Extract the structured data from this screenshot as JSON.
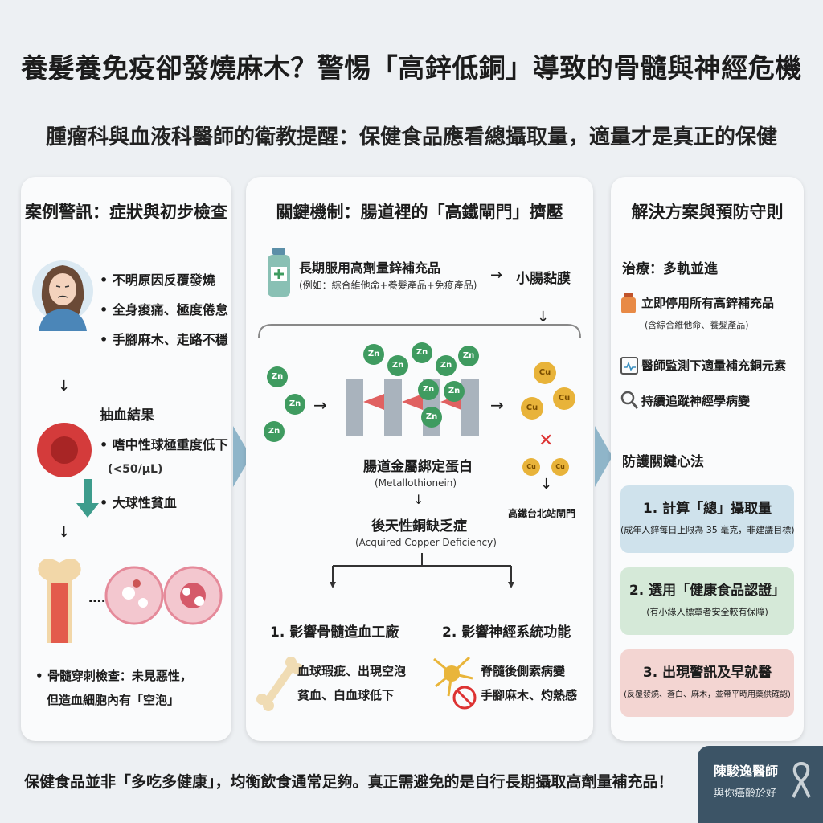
{
  "header": {
    "title": "養髮養免疫卻發燒麻木？警惕「高鋅低銅」導致的骨髓與神經危機",
    "subtitle": "腫瘤科與血液科醫師的衛教提醒：保健食品應看總攝取量，適量才是真正的保健"
  },
  "case": {
    "title": "案例警訊：症狀與初步檢查",
    "symptoms": [
      "不明原因反覆發燒",
      "全身痠痛、極度倦怠",
      "手腳麻木、走路不穩"
    ],
    "blood_title": "抽血結果",
    "blood_items": [
      "嗜中性球極重度低下",
      "(<50/μL)",
      "大球性貧血"
    ],
    "marrow_note_1": "骨髓穿刺檢查：未見惡性，",
    "marrow_note_2": "但造血細胞內有「空泡」",
    "ellipsis": "……"
  },
  "mechanism": {
    "title": "關鍵機制：腸道裡的「高鐵閘門」擠壓",
    "supplement": "長期服用高劑量鋅補充品",
    "supplement_example": "(例如：綜合維他命+養髮產品+免疫產品)",
    "arrow": "→",
    "intestine": "小腸黏膜",
    "zinc_symbol": "Zn",
    "copper_symbol": "Cu",
    "protein": "腸道金屬綁定蛋白",
    "protein_en": "(Metallothionein)",
    "gate_label": "高鐵台北站閘門",
    "deficiency": "後天性銅缺乏症",
    "deficiency_en": "(Acquired Copper Deficiency)",
    "effect1_title": "1. 影響骨髓造血工廠",
    "effect1_line1": "血球瑕疵、出現空泡",
    "effect1_line2": "貧血、白血球低下",
    "effect2_title": "2. 影響神經系統功能",
    "effect2_line1": "脊髓後側索病變",
    "effect2_line2": "手腳麻木、灼熱感"
  },
  "solution": {
    "title": "解決方案與預防守則",
    "treatment_title": "治療：多軌並進",
    "treatments": [
      {
        "icon": "pill-bottle-icon",
        "text": "立即停用所有高鋅補充品",
        "note": "(含綜合維他命、養髮產品)"
      },
      {
        "icon": "monitor-calendar-icon",
        "text": "醫師監測下適量補充銅元素",
        "note": ""
      },
      {
        "icon": "magnifier-icon",
        "text": "持續追蹤神經學病變",
        "note": ""
      }
    ],
    "prevention_title": "防護關鍵心法",
    "tips": [
      {
        "title": "1. 計算「總」攝取量",
        "note": "(成年人鋅每日上限為 35 毫克，非建議目標)",
        "color": "#cfe2ec"
      },
      {
        "title": "2. 選用「健康食品認證」",
        "note": "(有小綠人標章者安全較有保障)",
        "color": "#d5e9d8"
      },
      {
        "title": "3. 出現警訊及早就醫",
        "note": "(反覆發燒、蒼白、麻木，並帶平時用藥供確認)",
        "color": "#f3d5d2"
      }
    ]
  },
  "footer": {
    "text": "保健食品並非「多吃多健康」，均衡飲食通常足夠。真正需避免的是自行長期攝取高劑量補充品！",
    "doctor_name": "陳駿逸醫師",
    "doctor_slogan": "與你癌齡於好"
  },
  "colors": {
    "arrow": "#8fb5c9",
    "zinc": "#3f9b60",
    "copper": "#e8b33a",
    "badge": "#3c5466"
  }
}
